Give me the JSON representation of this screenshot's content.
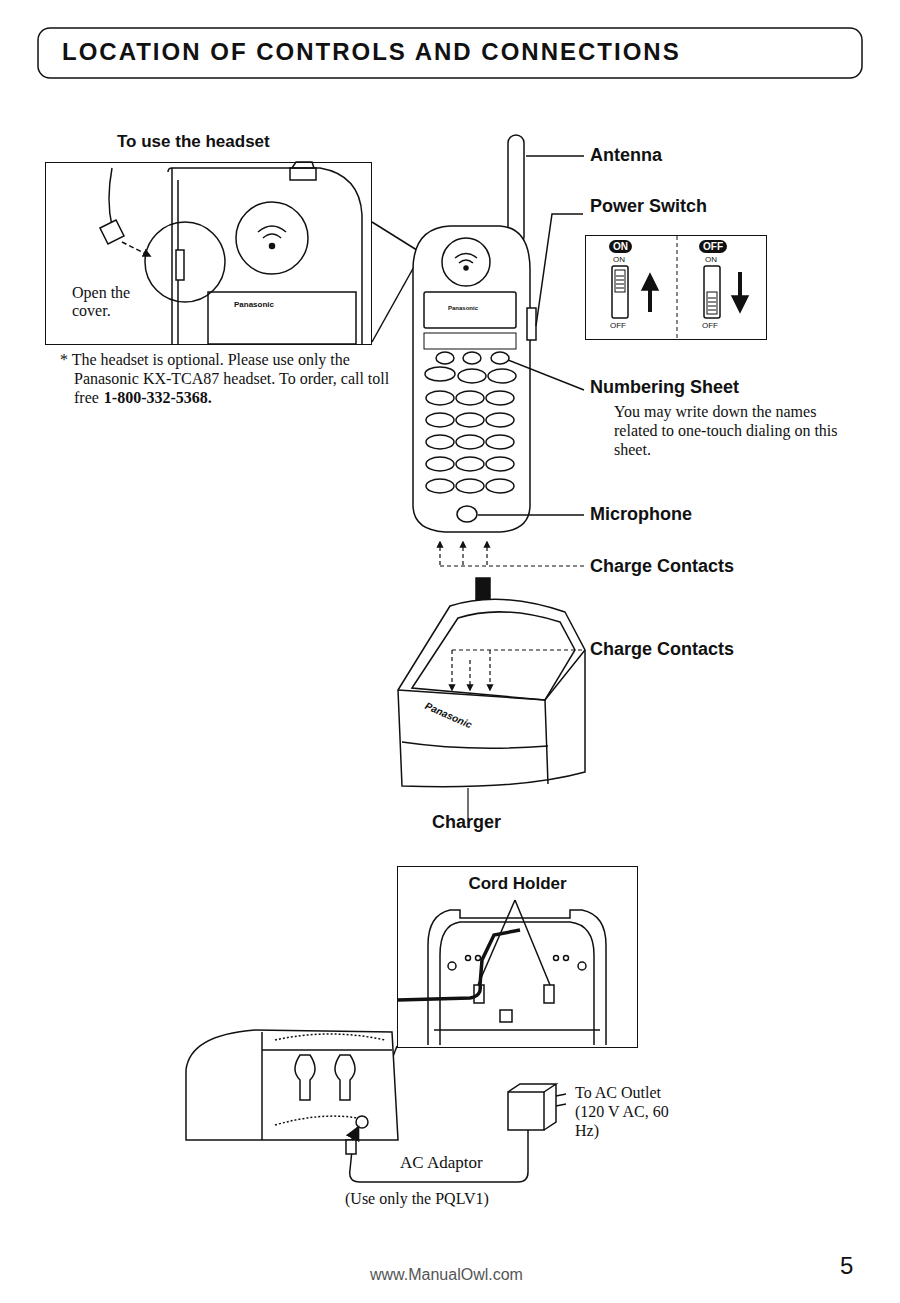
{
  "diagram": {
    "title": "LOCATION OF CONTROLS AND CONNECTIONS",
    "nodes": [
      {
        "text": [
          "To use the headset",
          "Open the cover."
        ]
      },
      {
        "text": [
          "Power Switch",
          "ON",
          "ON",
          "OFF",
          "OFF",
          "ON",
          "OFF"
        ]
      },
      {
        "text": [
          "Cord Holder"
        ]
      }
    ],
    "labels": [
      "Panasonic",
      "* The headset is optional. Please use only the Panasonic KX-TCA87 headset. To order, call toll free",
      "1-800-332-5368.",
      "Antenna",
      "Panasonic",
      "Numbering Sheet",
      "You may write down the names related to one-touch dialing on this sheet.",
      "Microphone",
      "Charge Contacts",
      "Charge Contacts",
      "Panasonic",
      "Charger",
      "To AC Outlet (120 V AC, 60 Hz)",
      "AC Adaptor",
      "(Use only the PQLV1)",
      "5",
      "www.ManualOwl.com"
    ]
  }
}
